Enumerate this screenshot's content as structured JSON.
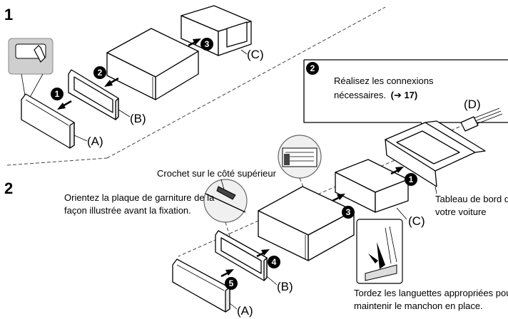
{
  "steps": {
    "s1": "1",
    "s2": "2"
  },
  "labels": {
    "A1": "(A)",
    "B1": "(B)",
    "C1": "(C)",
    "A2": "(A)",
    "B2": "(B)",
    "C2": "(C)",
    "D": "(D)"
  },
  "numbers": [
    "1",
    "2",
    "3",
    "4",
    "5"
  ],
  "callout": {
    "num": "2",
    "line1": "Réalisez les connexions",
    "line2": "nécessaires.",
    "ref": "(➔ 17)"
  },
  "captions": {
    "crochet": "Crochet sur le côté supérieur",
    "orient1": "Orientez la plaque de garniture de la",
    "orient2": "façon illustrée avant la fixation.",
    "tableau1": "Tableau de bord de",
    "tableau2": "votre voiture",
    "tordez1": "Tordez les languettes appropriées pour",
    "tordez2": "maintenir le manchon en place."
  }
}
